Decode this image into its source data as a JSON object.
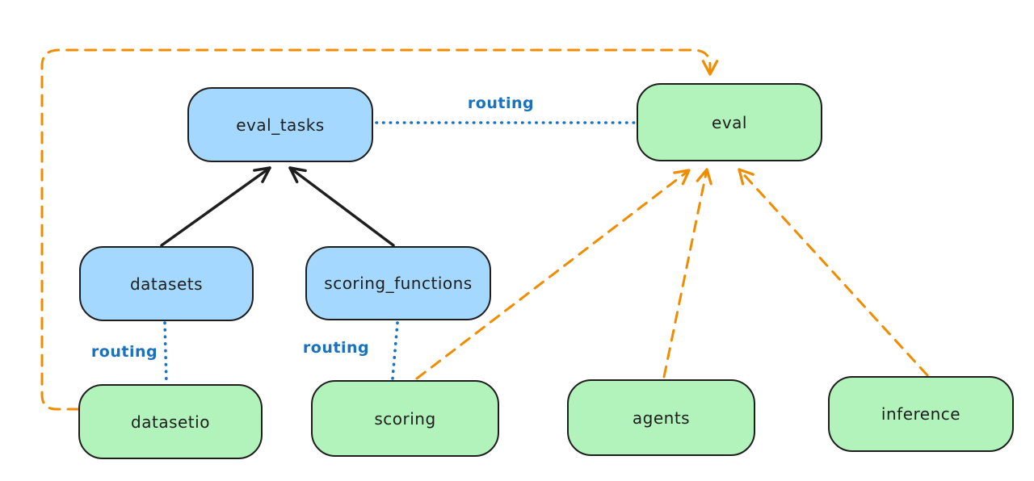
{
  "diagram": {
    "colors": {
      "api_fill": "#a5d8ff",
      "provider_fill": "#b2f2bb",
      "stroke": "#1e1e1e",
      "routing_line": "#1971c2",
      "dependency_line": "#f08c00",
      "canvas_bg": "#ffffff"
    },
    "nodes": {
      "eval_tasks": {
        "label": "eval_tasks"
      },
      "eval": {
        "label": "eval"
      },
      "datasets": {
        "label": "datasets"
      },
      "scoring_functions": {
        "label": "scoring_functions"
      },
      "datasetio": {
        "label": "datasetio"
      },
      "scoring": {
        "label": "scoring"
      },
      "agents": {
        "label": "agents"
      },
      "inference": {
        "label": "inference"
      }
    },
    "edge_labels": {
      "routing_eval_tasks_eval": "routing",
      "routing_datasets_datasetio": "routing",
      "routing_scoring_functions_scoring": "routing"
    }
  }
}
